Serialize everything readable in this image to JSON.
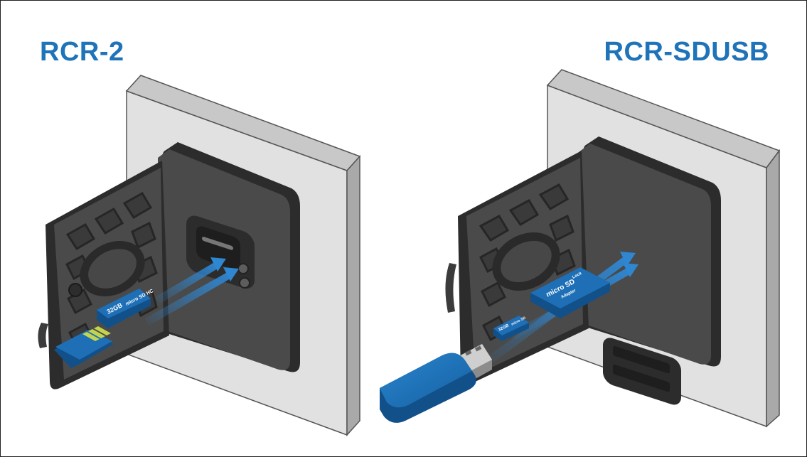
{
  "colors": {
    "title": "#1f73b9",
    "wall_front": "#e1e1e1",
    "wall_side": "#a9a9a9",
    "wall_top": "#c8c8c8",
    "housing": "#4a4a4a",
    "housing_dark": "#2c2c2c",
    "card_blue": "#1e6fb6",
    "card_blue_dark": "#12508a",
    "contact_gold": "#c4d44e",
    "arrow": "#2f86d1"
  },
  "left_panel": {
    "title": "RCR-2",
    "microsd_label": "32GB",
    "microsd_brand": "micro SD HC"
  },
  "right_panel": {
    "title": "RCR-SDUSB",
    "adapter_brand": "micro SD",
    "adapter_text": "Adapter",
    "adapter_lock": "Lock",
    "microsd_label": "32GB",
    "microsd_brand": "micro SD"
  }
}
